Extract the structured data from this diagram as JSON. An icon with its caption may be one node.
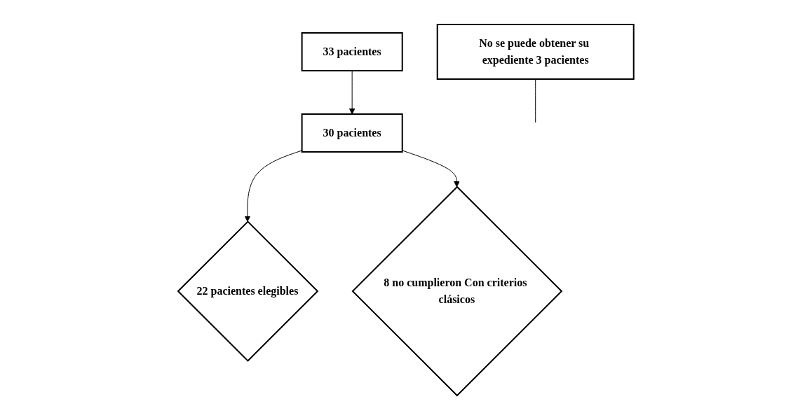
{
  "diagram": {
    "nodes": [
      {
        "text": [
          "33 pacientes"
        ]
      },
      {
        "text": [
          "No se puede obtener su expediente 3 pacientes"
        ]
      },
      {
        "text": [
          "30 pacientes"
        ]
      },
      {
        "text": [
          "22 pacientes elegibles"
        ]
      },
      {
        "text": [
          "8 no cumplieron Con criterios clásicos"
        ]
      }
    ],
    "edges": [
      {
        "from": 0,
        "to": 2,
        "arrow": "to"
      },
      {
        "from": 1,
        "to": null,
        "arrow": "none"
      },
      {
        "from": 2,
        "to": 3,
        "arrow": "to"
      },
      {
        "from": 2,
        "to": 4,
        "arrow": "to"
      }
    ]
  }
}
